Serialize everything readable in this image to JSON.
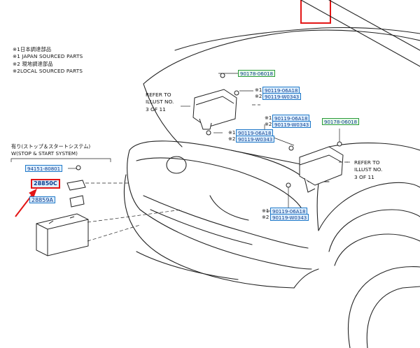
{
  "legend": {
    "line1": "※1日本調達部品",
    "line2": "※1 JAPAN SOURCED PARTS",
    "line3": "※2 現地調達部品",
    "line4": "※2LOCAL SOURCED PARTS"
  },
  "stop_start_caption": {
    "line1": "有り(ストップ＆スタートシステム)",
    "line2": "W(STOP & START SYSTEM)"
  },
  "refer_left": {
    "line1": "REFER TO",
    "line2": "ILLUST NO.",
    "line3": "3 OF 11"
  },
  "refer_right": {
    "line1": "REFER TO",
    "line2": "ILLUST NO.",
    "line3": "3 OF 11"
  },
  "marks": {
    "m1": "※1",
    "m2": "※2"
  },
  "part_numbers": {
    "p90178_top": "90178-06018",
    "p90119_06a18_a": "90119-06A18",
    "p90119_w0343_a": "90119-W0343",
    "p90119_06a18_b": "90119-06A18",
    "p90119_w0343_b": "90119-W0343",
    "p90178_right": "90178-06018",
    "p90119_06a18_c": "90119-06A18",
    "p90119_w0343_c": "90119-W0343",
    "p90119_06a18_d": "90119-06A18",
    "p90119_w0343_d": "90119-W0343",
    "p94151": "94151-80801",
    "p28850c": "28850C",
    "p28859a": "28859A"
  },
  "colors": {
    "highlight": "#e31515",
    "tag_border": "#1f78c8",
    "tag_fill": "#dff0ff",
    "tag_green": "#2a9a3a"
  }
}
